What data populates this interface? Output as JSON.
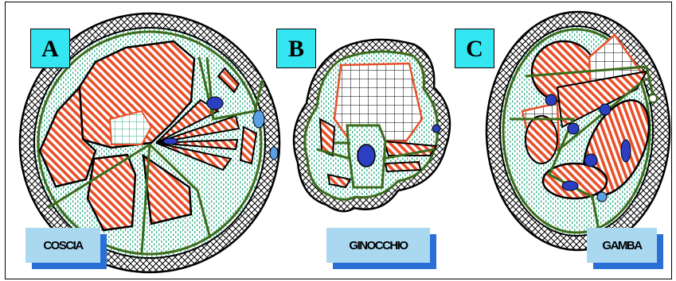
{
  "panels": [
    {
      "letter": "A",
      "label": "COSCIA"
    },
    {
      "letter": "B",
      "label": "GINOCCHIO"
    },
    {
      "letter": "C",
      "label": "GAMBA"
    }
  ],
  "colors": {
    "letter_bg": "#33e6f2",
    "label_bg": "#a9d8f0",
    "label_shadow": "#2a6fd6",
    "muscle_stripe": "#e8502a",
    "fascia_dots": "#2fae8a",
    "septum_green": "#3a6b1a",
    "vessel_blue": "#2b3fc0",
    "vein_light_blue": "#5aa0e6",
    "skin_crosshatch": "#000000"
  },
  "icons": {
    "skin_layer": "crosshatch-ring",
    "muscle": "orange-hatched-region",
    "fat": "green-dotted-region",
    "bone_grid": "square-grid"
  }
}
